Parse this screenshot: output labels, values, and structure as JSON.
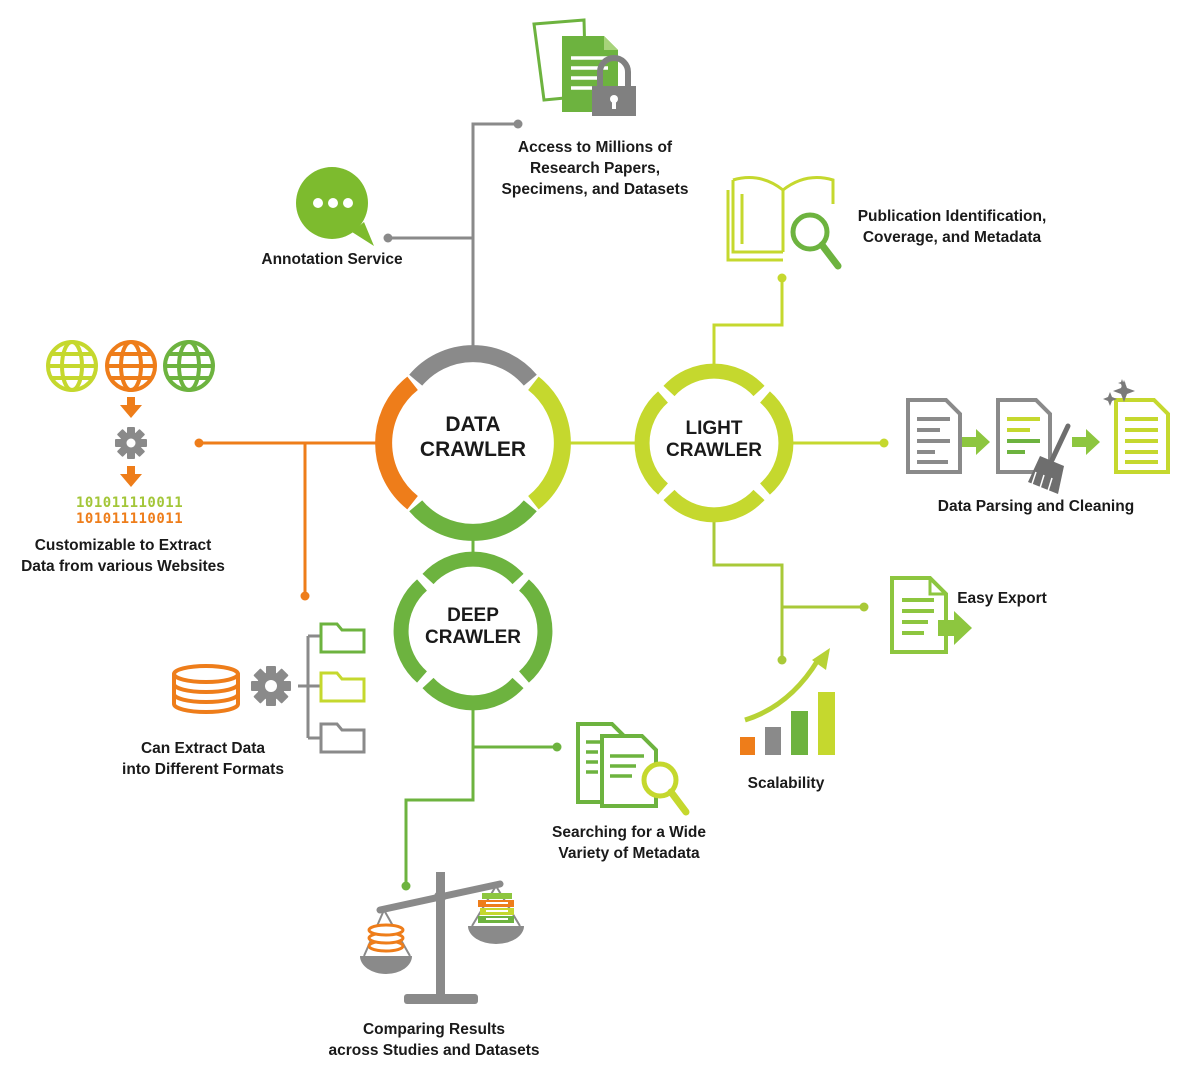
{
  "colors": {
    "orange": "#ee7d1a",
    "green": "#6db33f",
    "lime": "#c5d82e",
    "gray": "#8a8a8a",
    "dark_gray": "#6e6e6e"
  },
  "hubs": {
    "data": {
      "line1": "DATA",
      "line2": "CRAWLER"
    },
    "light": {
      "line1": "LIGHT",
      "line2": "CRAWLER"
    },
    "deep": {
      "line1": "DEEP",
      "line2": "CRAWLER"
    }
  },
  "features": {
    "access": {
      "line1": "Access to Millions of",
      "line2": "Research Papers,",
      "line3": "Specimens, and Datasets",
      "icon": "locked-documents-icon"
    },
    "annotation": {
      "line1": "Annotation Service",
      "icon": "chat-bubble-icon"
    },
    "publication": {
      "line1": "Publication Identification,",
      "line2": "Coverage, and Metadata",
      "icon": "open-book-search-icon"
    },
    "customizable": {
      "line1": "Customizable to Extract",
      "line2": "Data from various Websites",
      "icon": "globe-gear-binary-icon",
      "binary_line1": "101011110011",
      "binary_line2": "101011110011"
    },
    "parsing": {
      "line1": "Data Parsing and Cleaning",
      "icon": "document-cleaning-icon"
    },
    "export": {
      "line1": "Easy Export",
      "icon": "document-export-icon"
    },
    "formats": {
      "line1": "Can Extract Data",
      "line2": "into Different Formats",
      "icon": "database-folders-icon"
    },
    "scalability": {
      "line1": "Scalability",
      "icon": "growth-bars-icon"
    },
    "searching": {
      "line1": "Searching for a Wide",
      "line2": "Variety of Metadata",
      "icon": "documents-search-icon"
    },
    "comparing": {
      "line1": "Comparing Results",
      "line2": "across Studies and Datasets",
      "icon": "balance-scale-icon"
    }
  }
}
